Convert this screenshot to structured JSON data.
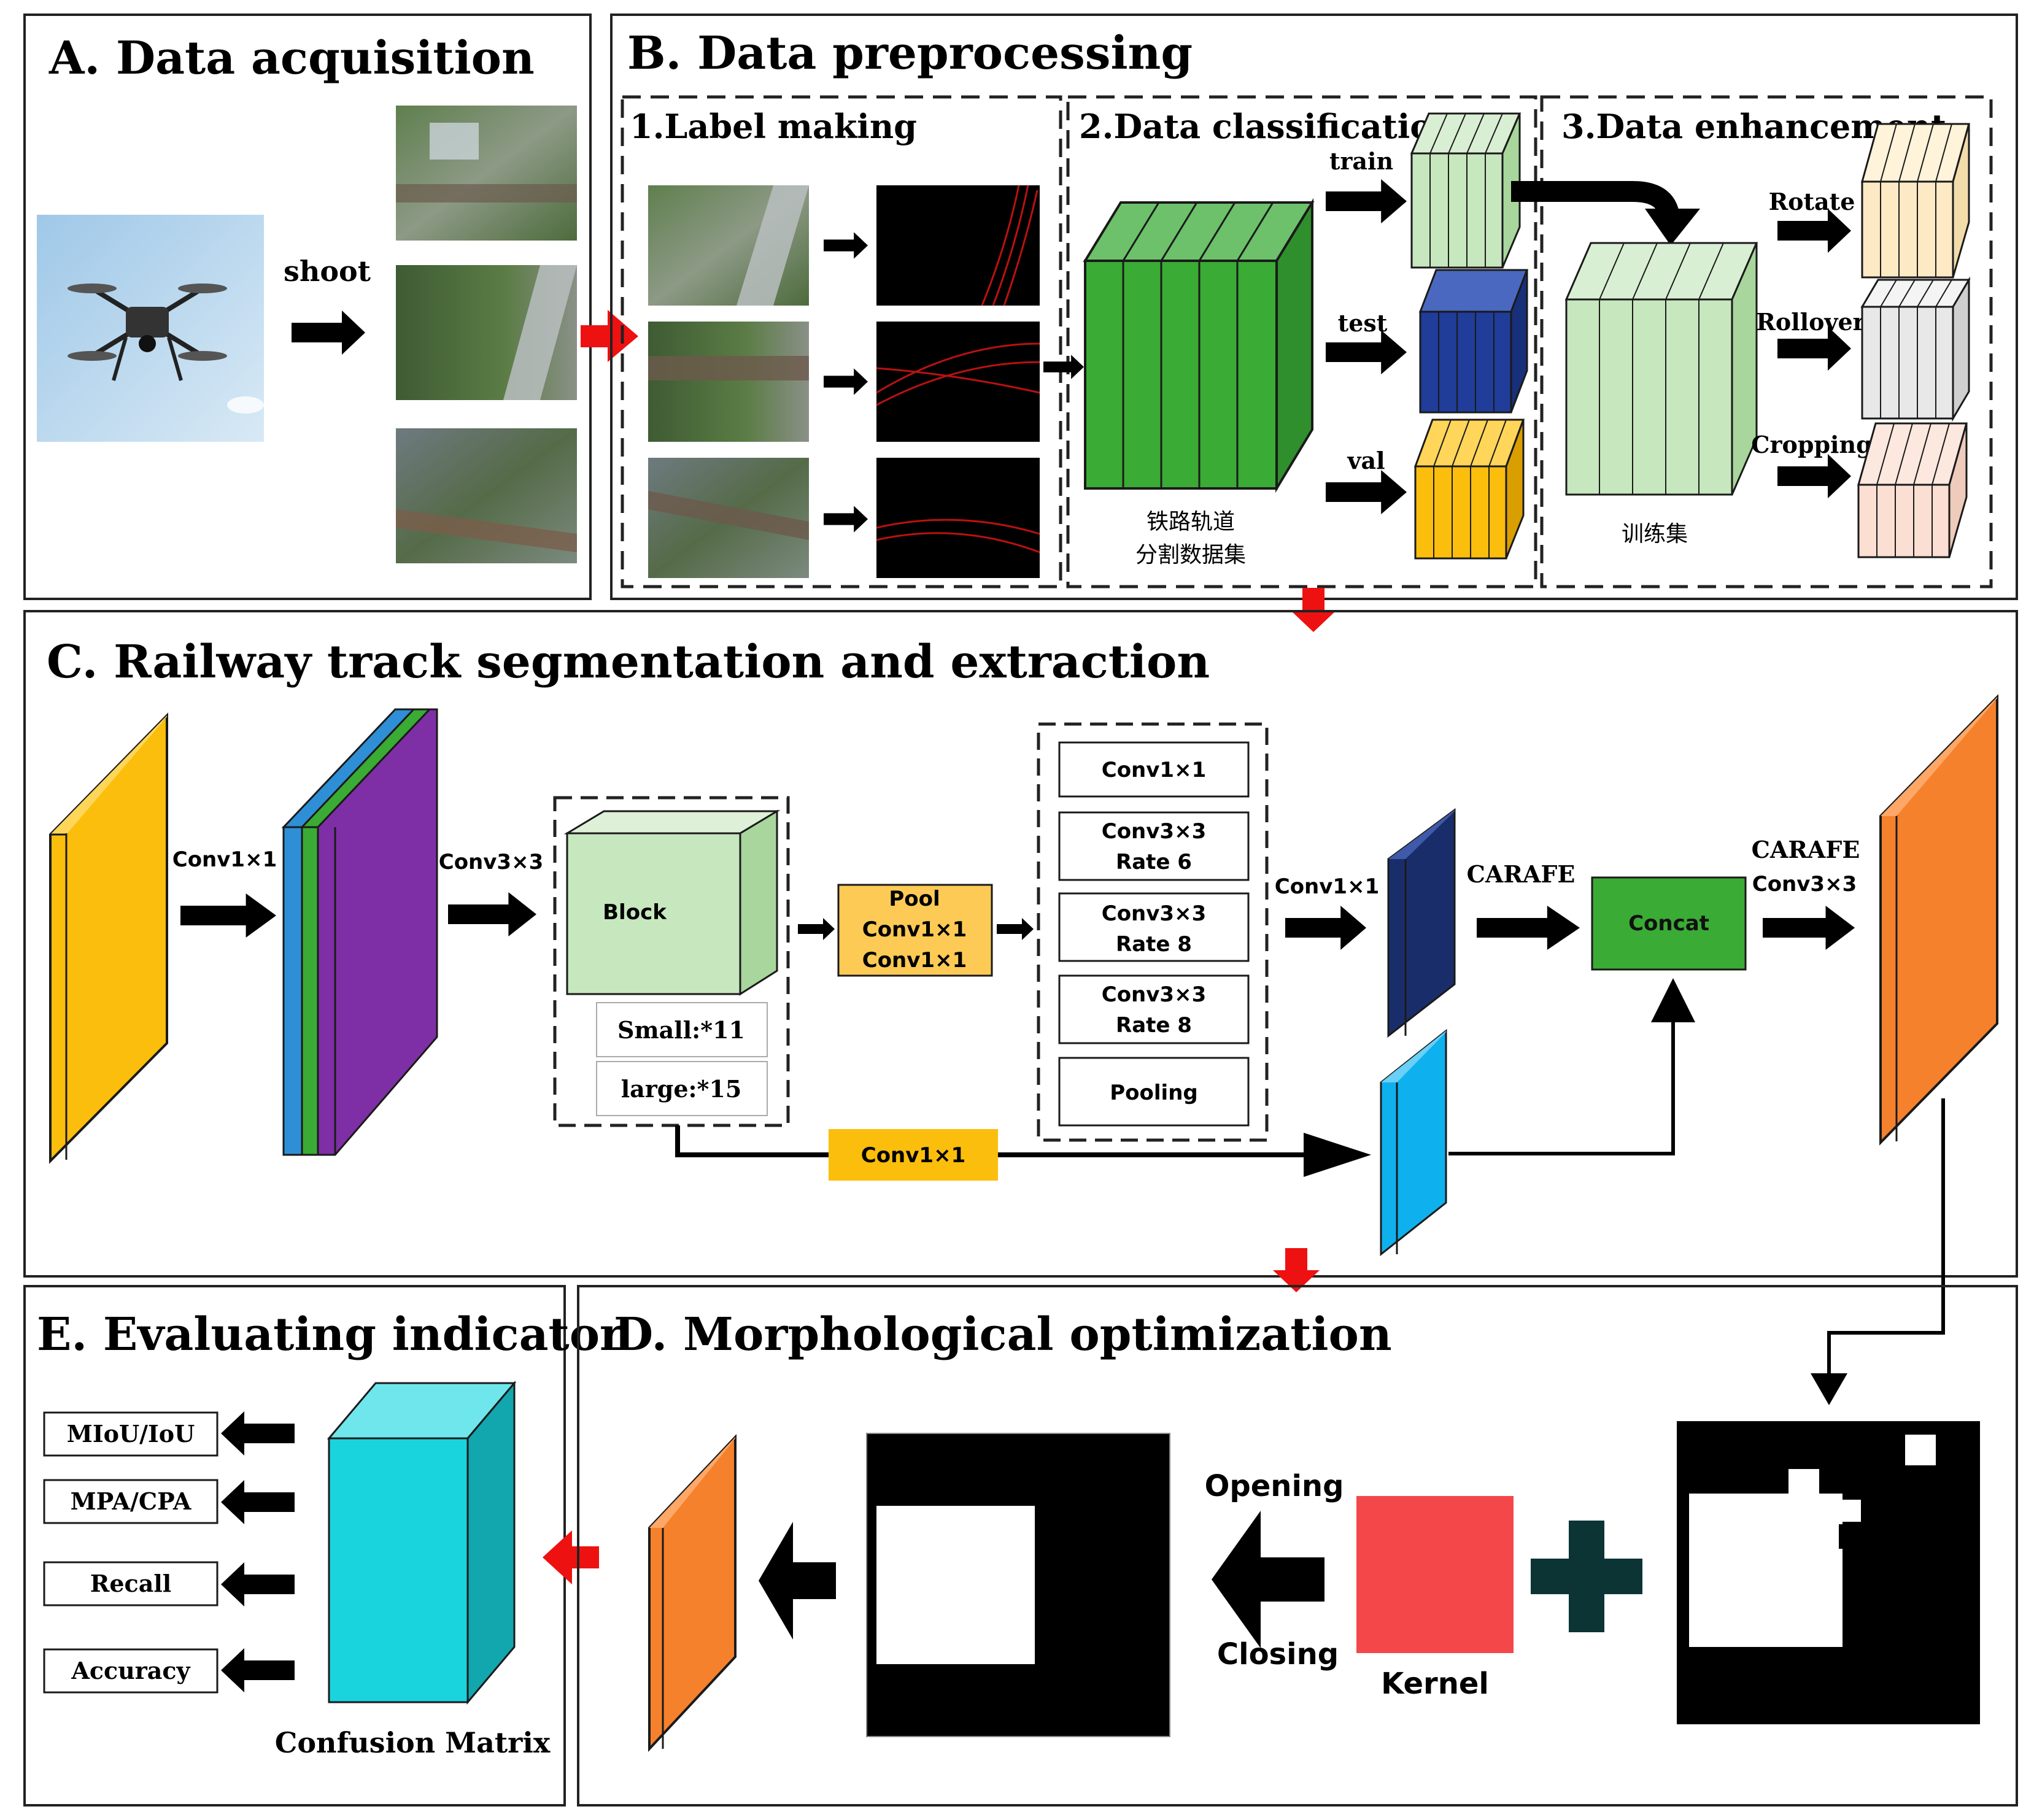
{
  "sections": {
    "a": {
      "title": "A. Data acquisition",
      "shoot": "shoot"
    },
    "b": {
      "title": "B. Data preprocessing",
      "label_making": "1.Label making",
      "data_classification": "2.Data classification",
      "data_enhancement": "3.Data enhancement",
      "train": "train",
      "test": "test",
      "val": "val",
      "dataset_line1": "铁路轨道",
      "dataset_line2": "分割数据集",
      "train_set": "训练集",
      "rotate": "Rotate",
      "rollover": "Rollover",
      "cropping": "Cropping"
    },
    "c": {
      "title": "C. Railway track segmentation and extraction",
      "conv1x1_a": "Conv1×1",
      "conv3x3_a": "Conv3×3",
      "block": "Block",
      "small": "Small:*11",
      "large": "large:*15",
      "pool_line1": "Pool",
      "pool_line2": "Conv1×1",
      "pool_line3": "Conv1×1",
      "aspp_1": "Conv1×1",
      "aspp_2a": "Conv3×3",
      "aspp_2b": "Rate 6",
      "aspp_3a": "Conv3×3",
      "aspp_3b": "Rate 8",
      "aspp_4a": "Conv3×3",
      "aspp_4b": "Rate 8",
      "aspp_5": "Pooling",
      "conv1x1_b": "Conv1×1",
      "carafe_a": "CARAFE",
      "concat": "Concat",
      "carafe_b": "CARAFE",
      "conv3x3_b": "Conv3×3",
      "conv1x1_skip": "Conv1×1"
    },
    "d": {
      "title": "D. Morphological optimization",
      "opening": "Opening",
      "closing": "Closing",
      "kernel": "Kernel"
    },
    "e": {
      "title": "E. Evaluating indicator",
      "miou": "MIoU/IoU",
      "mpa": "MPA/CPA",
      "recall": "Recall",
      "accuracy": "Accuracy",
      "confusion": "Confusion Matrix"
    }
  },
  "colors": {
    "green": "#3aab34",
    "light_green": "#c7e7be",
    "navy": "#1f3d99",
    "gold": "#fbbe0c",
    "orange": "#f5812d",
    "purple": "#7f2fa5",
    "blue": "#2f8fd6",
    "cyan": "#19d4dd",
    "kernel_red": "#f4474a",
    "plus_teal": "#0c3434",
    "red_arrow": "#ee1111"
  },
  "icons": [
    "drone-icon",
    "arrow-right-icon",
    "arrow-left-icon",
    "arrow-down-icon",
    "plus-icon"
  ]
}
